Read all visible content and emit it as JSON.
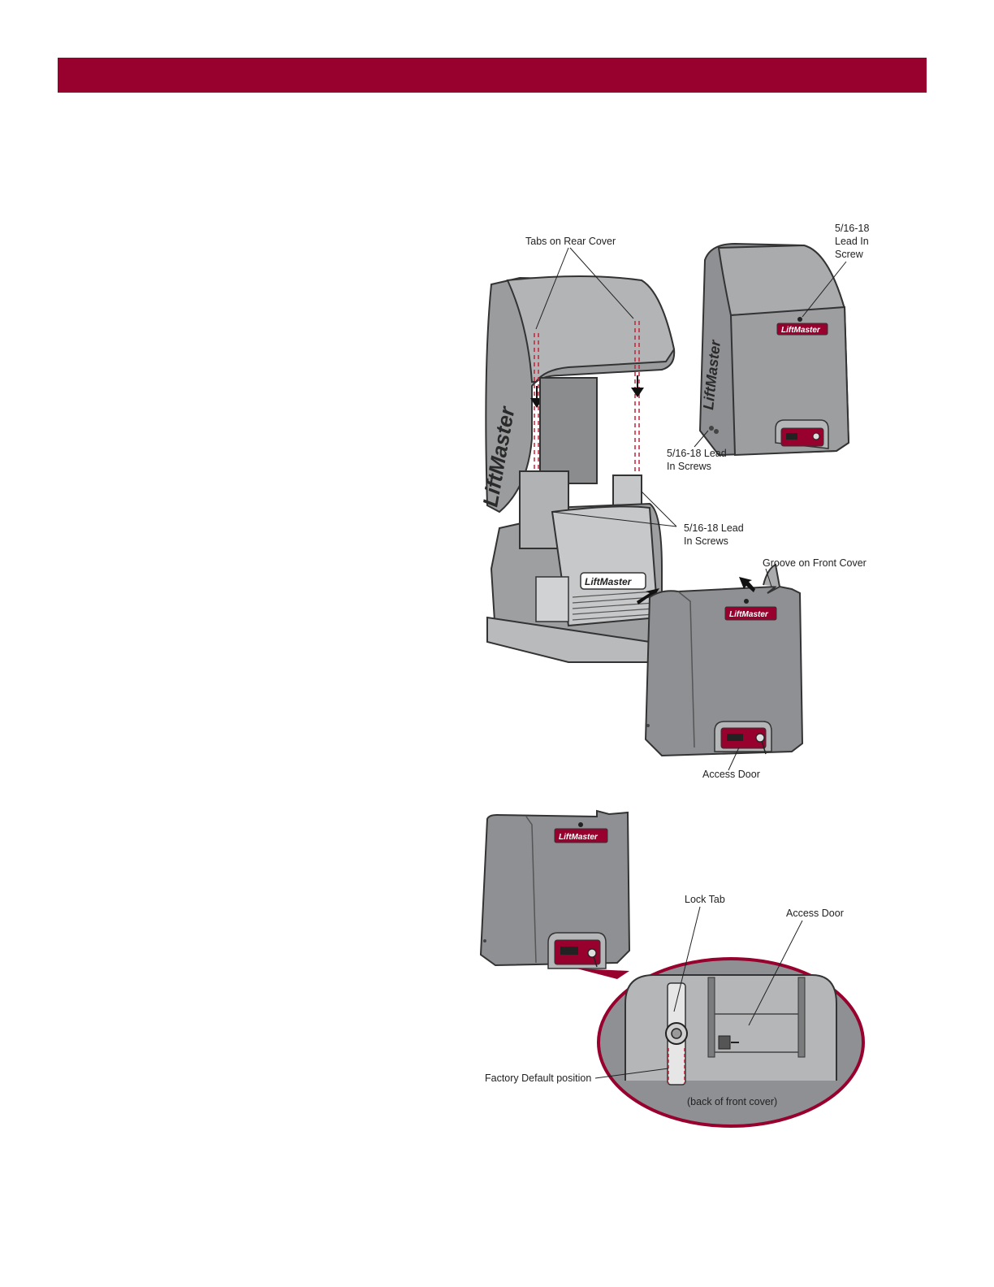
{
  "header": {
    "bar_color": "#98002e"
  },
  "brand": {
    "logo_text": "LiftMaster",
    "accent": "#98002e"
  },
  "figure1": {
    "label_tabs_rear_cover": "Tabs on Rear Cover",
    "label_screw_top_1": "5/16-18",
    "label_screw_top_2": "Lead In",
    "label_screw_top_3": "Screw",
    "label_screws_side_1": "5/16-18 Lead",
    "label_screws_side_2": "In Screws",
    "label_screws_chassis_1": "5/16-18 Lead",
    "label_screws_chassis_2": "In Screws",
    "label_groove_front_cover": "Groove on Front Cover",
    "label_access_door": "Access Door"
  },
  "figure2": {
    "label_lock_tab": "Lock Tab",
    "label_access_door": "Access Door",
    "label_factory_default": "Factory Default position",
    "label_back_front_cover": "(back of front cover)"
  },
  "colors": {
    "cover_gray": "#8e9093",
    "cover_light": "#a9abad",
    "outline": "#333333"
  }
}
